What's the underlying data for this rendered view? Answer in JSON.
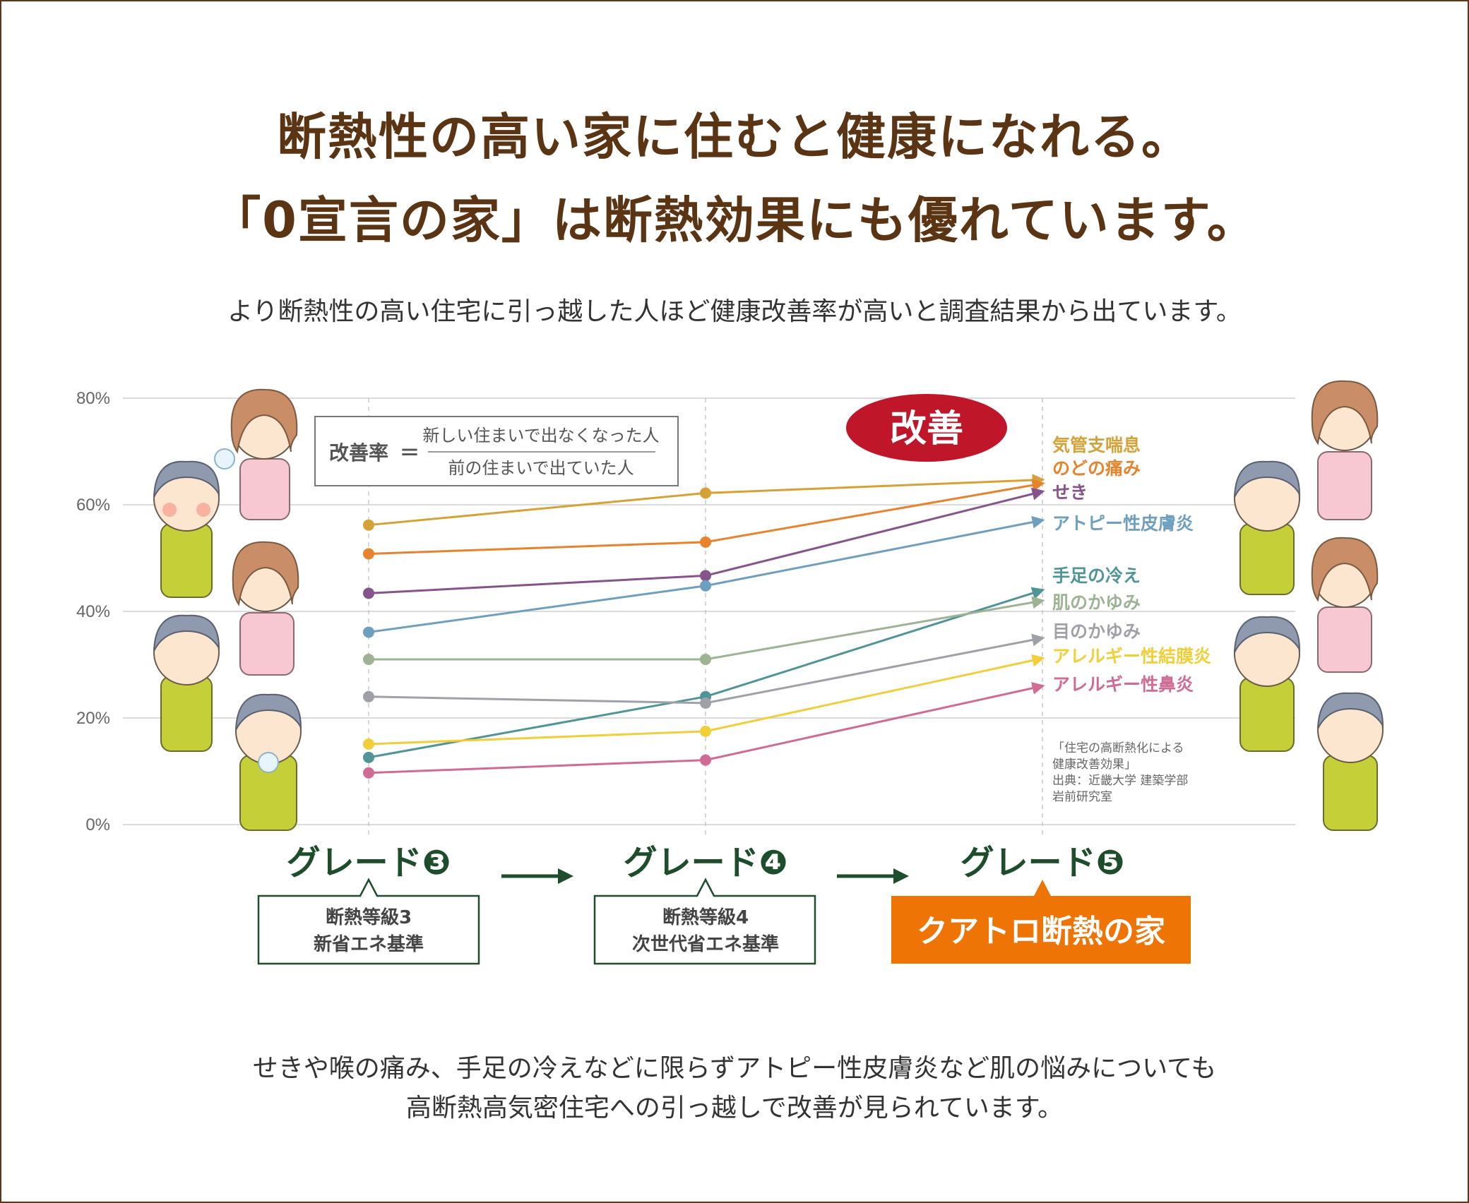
{
  "header": {
    "title_line1": "断熱性の高い家に住むと健康になれる。",
    "title_line2": "「0宣言の家」は断熱効果にも優れています。",
    "subtitle": "より断熱性の高い住宅に引っ越した人ほど健康改善率が高いと調査結果から出ています。"
  },
  "formula": {
    "lhs": "改善率",
    "eq": "＝",
    "numerator": "新しい住まいで出なくなった人",
    "denominator": "前の住まいで出ていた人"
  },
  "badge": {
    "label": "改善"
  },
  "source": {
    "lines": [
      "「住宅の高断熱化による",
      "健康改善効果」",
      "出典：近畿大学 建築学部",
      "岩前研究室"
    ]
  },
  "grades": [
    {
      "label": "グレード❸",
      "box_line1": "断熱等級3",
      "box_line2": "新省エネ基準"
    },
    {
      "label": "グレード❹",
      "box_line1": "断熱等級4",
      "box_line2": "次世代省エネ基準"
    },
    {
      "label": "グレード❺",
      "box_line1": "クアトロ断熱の家"
    }
  ],
  "colors": {
    "title": "#5a3413",
    "grade": "#1e4d2b",
    "badge": "#c0162a",
    "quattro": "#ee7405"
  },
  "chart_data": {
    "type": "line",
    "categories": [
      "グレード3",
      "グレード4",
      "グレード5"
    ],
    "ylim": [
      0,
      80
    ],
    "yticks": [
      0,
      20,
      40,
      60,
      80
    ],
    "ytick_labels": [
      "0%",
      "20%",
      "40%",
      "60%",
      "80%"
    ],
    "grid": true,
    "series": [
      {
        "name": "気管支喘息",
        "color": "#d6a238",
        "values": [
          56.2,
          62.2,
          64.7
        ]
      },
      {
        "name": "のどの痛み",
        "color": "#e7832c",
        "values": [
          50.8,
          53.0,
          64.0
        ]
      },
      {
        "name": "せき",
        "color": "#86538a",
        "values": [
          43.4,
          46.7,
          62.5
        ]
      },
      {
        "name": "アトピー性皮膚炎",
        "color": "#6e9fbf",
        "values": [
          36.1,
          44.8,
          57.1
        ]
      },
      {
        "name": "手足の冷え",
        "color": "#4f9597",
        "values": [
          12.6,
          24.0,
          44.0
        ]
      },
      {
        "name": "肌のかゆみ",
        "color": "#9db394",
        "values": [
          31.0,
          31.0,
          42.0
        ]
      },
      {
        "name": "目のかゆみ",
        "color": "#a0a0a8",
        "values": [
          24.0,
          22.8,
          35.0
        ]
      },
      {
        "name": "アレルギー性結膜炎",
        "color": "#f1cf3a",
        "values": [
          15.1,
          17.5,
          31.2
        ]
      },
      {
        "name": "アレルギー性鼻炎",
        "color": "#cf6b95",
        "values": [
          9.7,
          12.1,
          26.0
        ]
      }
    ]
  },
  "footer": {
    "line1": "せきや喉の痛み、手足の冷えなどに限らずアトピー性皮膚炎など肌の悩みについても",
    "line2": "高断熱高気密住宅への引っ越しで改善が見られています。"
  }
}
